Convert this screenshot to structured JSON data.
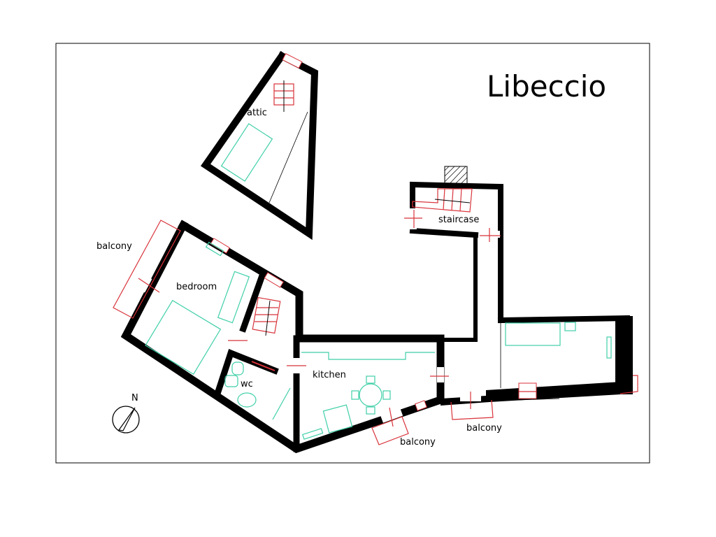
{
  "title": "Libeccio",
  "rooms": {
    "attic": "attic",
    "bedroom": "bedroom",
    "wc": "wc",
    "kitchen": "kitchen",
    "staircase": "staircase"
  },
  "balconies": [
    "balcony",
    "balcony",
    "balcony"
  ],
  "compass": {
    "label": "N"
  },
  "colors": {
    "walls": "#000000",
    "furniture": "#3fcfa8",
    "openings": "#d8333a"
  }
}
